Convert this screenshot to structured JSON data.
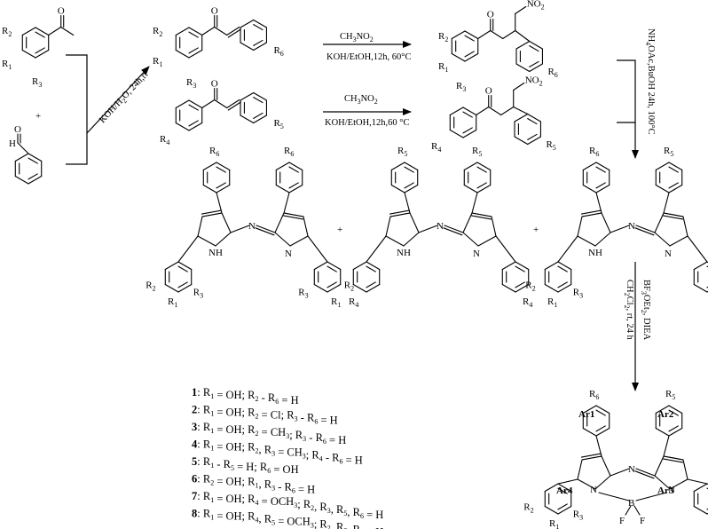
{
  "reaction_conditions": {
    "aldol": "KOH/H2O, 24h,rt",
    "nitro_reagent_1": "CH3NO2",
    "nitro_cond_1": "KOH/EtOH,12h, 60°C",
    "nitro_reagent_2": "CH3NO2",
    "nitro_cond_2": "KOH/EtOH,12h,60 °C",
    "cyclization": "NH4OAc,BuOH 24h, 100°C",
    "complexation_1": "BF3OEt2, DIEA",
    "complexation_2": "CH2Cl2, rt, 24 h"
  },
  "substituents": {
    "R1": "R1",
    "R2": "R2",
    "R3": "R3",
    "R4": "R4",
    "R5": "R5",
    "R6": "R6",
    "no2": "NO2",
    "o": "O",
    "h": "H",
    "n": "N",
    "nh": "NH",
    "b": "B",
    "f": "F",
    "plus": "+"
  },
  "aryl_labels": [
    "Ar1",
    "Ar2",
    "Ar3",
    "Ar4"
  ],
  "compound_list": [
    {
      "num": "1",
      "text": ": R1 = OH; R2 - R6 = H"
    },
    {
      "num": "2",
      "text": ": R1 = OH; R2 = Cl; R3 - R6 = H"
    },
    {
      "num": "3",
      "text": ": R1 = OH; R2 = CH3; R3 - R6 = H"
    },
    {
      "num": "4",
      "text": ": R1 = OH; R2, R3 = CH3; R4 - R6 = H"
    },
    {
      "num": "5",
      "text": ": R1 - R5 = H; R6 = OH"
    },
    {
      "num": "6",
      "text": ": R2 = OH; R1, R3 - R6 = H"
    },
    {
      "num": "7",
      "text": ": R1 = OH; R4 = OCH3; R2, R3, R5, R6 = H"
    },
    {
      "num": "8",
      "text": ": R1 = OH; R4, R5 = OCH3; R2, R3, R6 = H"
    }
  ]
}
